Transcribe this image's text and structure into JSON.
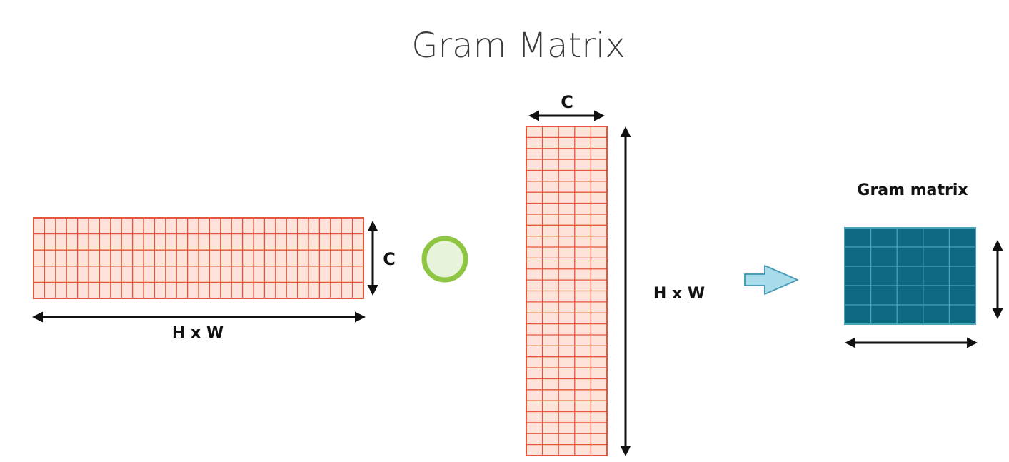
{
  "title": "Gram Matrix",
  "labels": {
    "left_matrix_height": "C",
    "left_matrix_width": "H x W",
    "mid_matrix_width": "C",
    "mid_matrix_height": "H x W",
    "result_title": "Gram matrix"
  },
  "colors": {
    "feature_fill": "#fde3da",
    "feature_line": "#e4573a",
    "gram_fill": "#0d6880",
    "gram_line": "#4aa3ba",
    "operator_ring": "#8ec542",
    "operator_fill": "#e8f3dc",
    "arrow_fill": "#a9dcea",
    "arrow_stroke": "#4a9cb8",
    "text": "#111111",
    "title_text": "#3a3a3a"
  },
  "grids": {
    "left_matrix": {
      "rows": 5,
      "cols": 30
    },
    "mid_matrix": {
      "rows": 30,
      "cols": 5
    },
    "gram_matrix": {
      "rows": 5,
      "cols": 5
    }
  }
}
